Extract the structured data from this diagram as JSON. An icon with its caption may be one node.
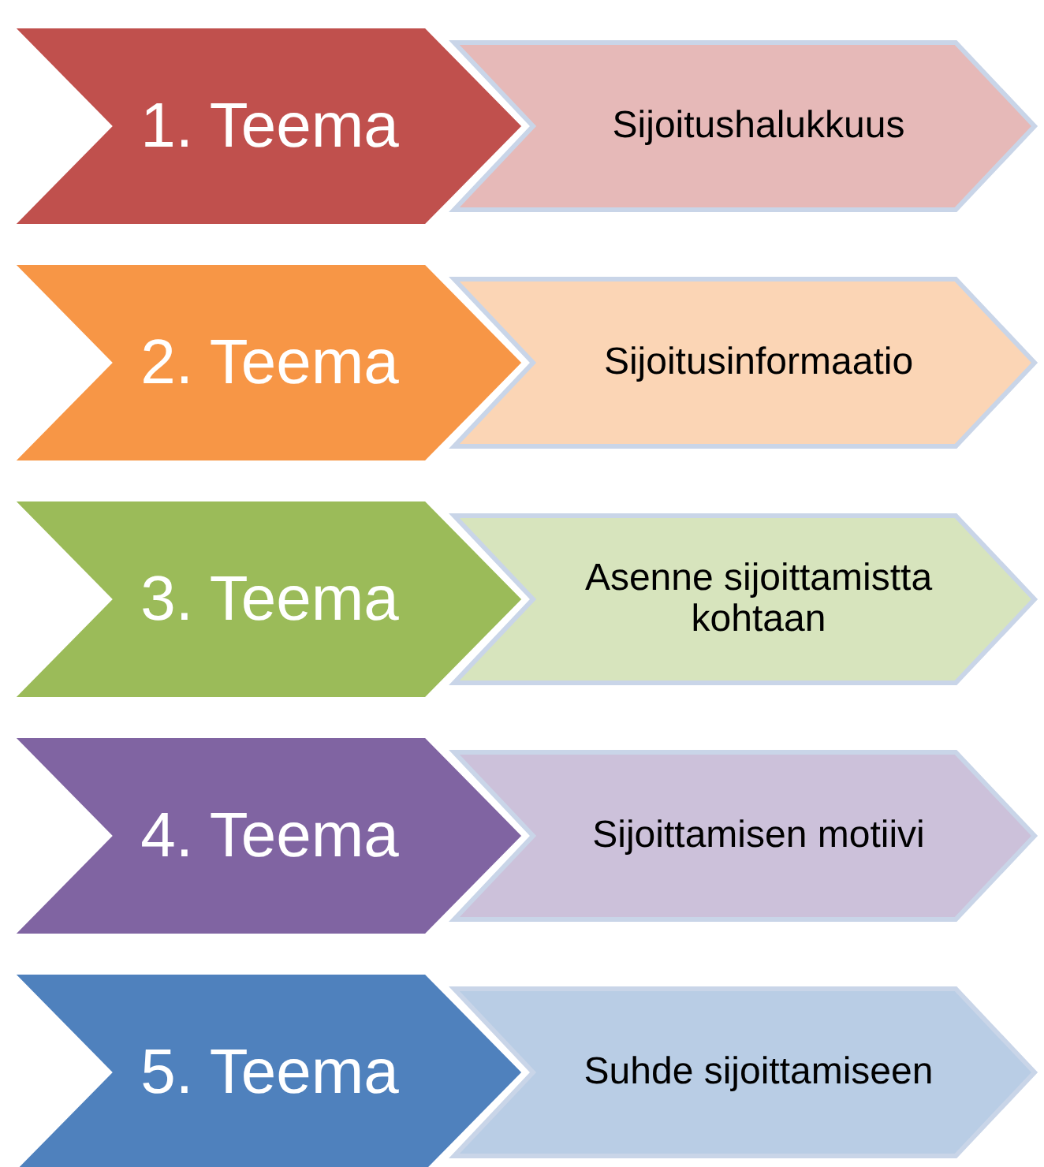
{
  "diagram": {
    "nodes": [
      {
        "text": [
          "1. Teema"
        ]
      },
      {
        "text": [
          "Sijoitushalukkuus"
        ]
      },
      {
        "text": [
          "2. Teema"
        ]
      },
      {
        "text": [
          "Sijoitusinformaatio"
        ]
      },
      {
        "text": [
          "3. Teema"
        ]
      },
      {
        "text": [
          "Asenne sijoittamistta kohtaan"
        ]
      },
      {
        "text": [
          "4. Teema"
        ]
      },
      {
        "text": [
          "Sijoittamisen motiivi"
        ]
      },
      {
        "text": [
          "5. Teema"
        ]
      },
      {
        "text": [
          "Suhde sijoittamiseen"
        ]
      }
    ]
  }
}
